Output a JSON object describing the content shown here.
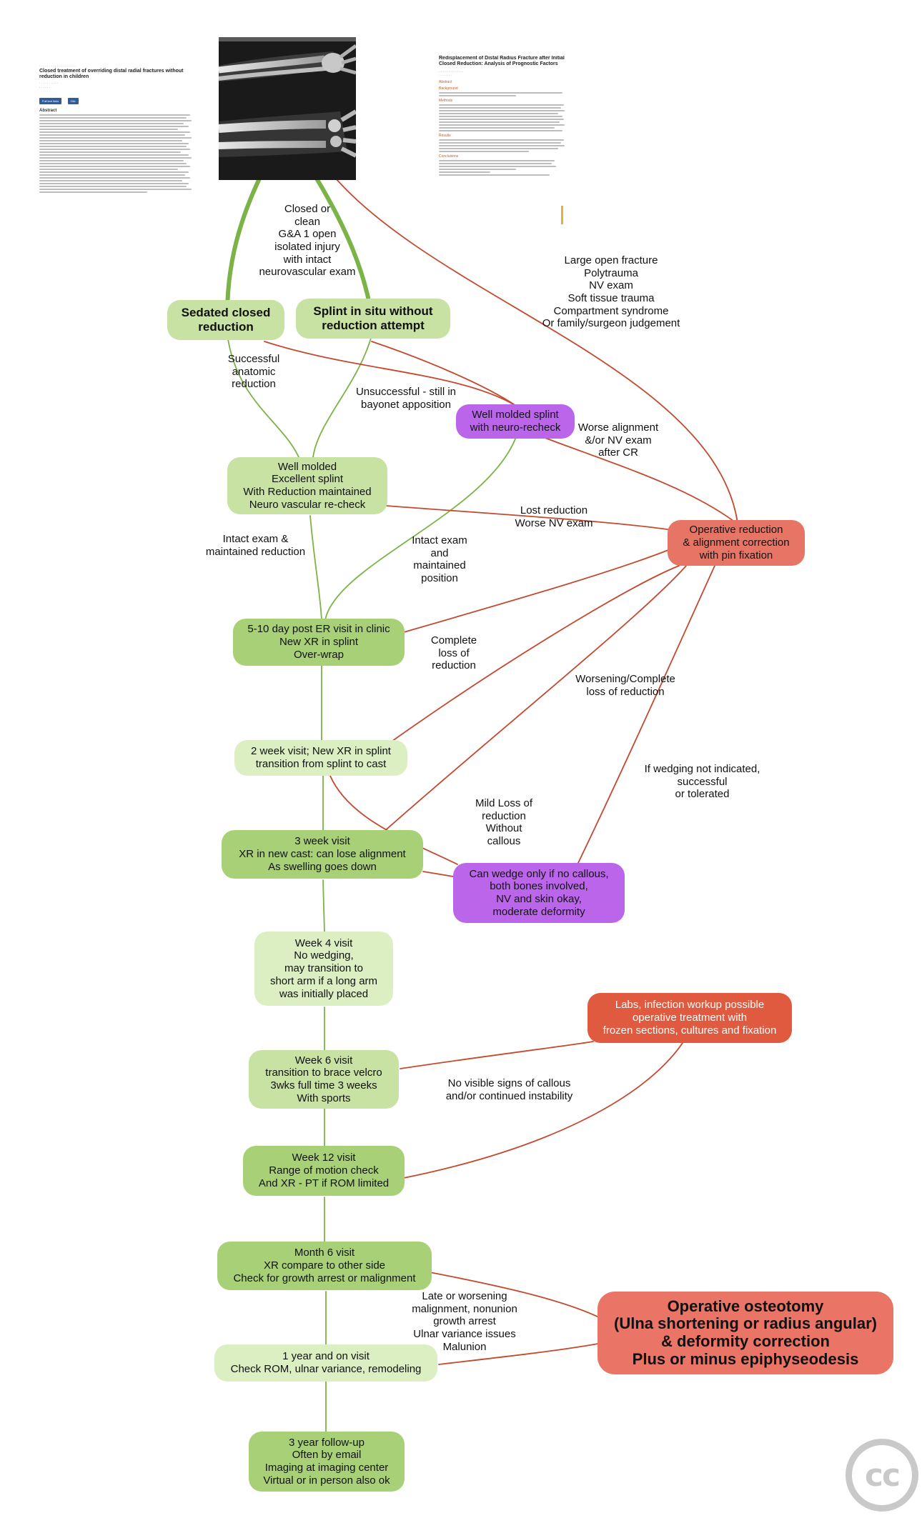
{
  "colors": {
    "green_edge": "#7cb347",
    "red_edge": "#c3492f",
    "node_green_mid": "#a8d177",
    "node_green_light": "#c7e2a3",
    "node_purple": "#bb66ea",
    "node_salmon": "#e67565",
    "node_red": "#df5a3f"
  },
  "nodes": {
    "sedated": "Sedated closed\nreduction",
    "splint_in_situ": "Splint in situ without\nreduction attempt",
    "well_molded_recheck": "Well molded splint\nwith neuro-recheck",
    "excellent_splint": "Well molded\nExcellent splint\nWith Reduction maintained\nNeuro vascular re-check",
    "operative_pin": "Operative reduction\n& alignment correction\nwith pin fixation",
    "day_5_10": "5-10 day post ER visit in clinic\nNew XR in splint\nOver-wrap",
    "week_2": "2 week visit; New XR in splint\ntransition from splint to cast",
    "week_3": "3 week visit\nXR in new cast: can lose alignment\nAs swelling goes down",
    "wedge": "Can wedge only if no callous,\nboth bones involved,\nNV and skin okay,\nmoderate deformity",
    "week_4": "Week 4 visit\nNo wedging,\nmay transition to\nshort arm if a long arm\nwas initially placed",
    "labs": "Labs, infection workup possible\noperative treatment with\nfrozen sections, cultures and fixation",
    "week_6": "Week 6 visit\ntransition to brace velcro\n3wks full time 3 weeks\nWith sports",
    "week_12": "Week 12 visit\nRange of motion check\nAnd XR - PT if ROM limited",
    "month_6": "Month 6 visit\nXR compare to other side\nCheck for growth arrest or malignment",
    "osteotomy": "Operative osteotomy\n(Ulna shortening or radius angular)\n& deformity correction\nPlus or minus epiphyseodesis",
    "year_1": "1 year and on visit\nCheck ROM, ulnar variance, remodeling",
    "year_3": "3 year follow-up\nOften by email\nImaging at imaging center\nVirtual or in person also ok"
  },
  "labels": {
    "closed_clean": "Closed or\nclean\nG&A 1 open\nisolated injury\nwith intact\nneurovascular exam",
    "large_open": "Large open fracture\nPolytrauma\nNV exam\nSoft tissue trauma\nCompartment syndrome\nOr family/surgeon judgement",
    "successful": "Successful\nanatomic\nreduction",
    "unsuccessful": "Unsuccessful - still in\nbayonet apposition",
    "worse_alignment": "Worse alignment\n&/or NV exam\nafter CR",
    "lost_reduction": "Lost reduction\nWorse NV exam",
    "intact_maintained": "Intact exam &\nmaintained reduction",
    "intact_position": "Intact exam\nand\nmaintained\nposition",
    "complete_loss": "Complete\nloss of\nreduction",
    "worsening_complete": "Worsening/Complete\nloss of reduction",
    "if_wedging": "If wedging not indicated,\nsuccessful\nor tolerated",
    "mild_loss": "Mild Loss of\nreduction\nWithout\ncallous",
    "no_callous": "No visible signs of callous\nand/or continued instability",
    "late_worsening": "Late or worsening\nmalignment, nonunion\ngrowth arrest\nUlnar variance issues\nMalunion"
  },
  "thumbnails": {
    "left": {
      "title": "Closed treatment of overriding distal radial fractures without reduction in children",
      "btn1": "Full text links",
      "btn2": "Cite",
      "abstract_heading": "Abstract"
    },
    "right": {
      "title": "Redisplacement of Distal Radius Fracture after Initial Closed Reduction: Analysis of Prognostic Factors",
      "sections": [
        "Abstract",
        "Background",
        "Methods",
        "Results",
        "Conclusions"
      ]
    }
  },
  "icons": {
    "xray": "xray-image",
    "license": "creative-commons-icon"
  },
  "license_text": "cc"
}
